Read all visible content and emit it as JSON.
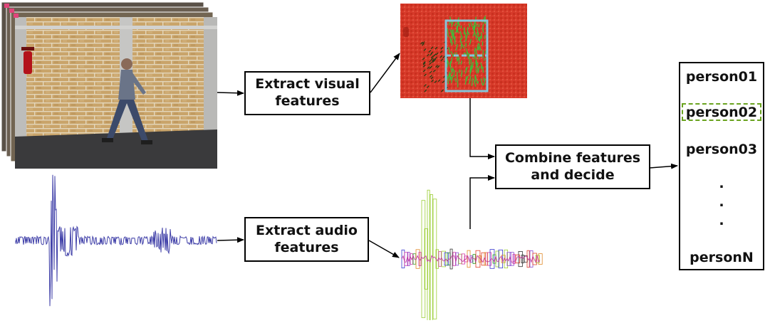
{
  "steps": {
    "visual": "Extract visual\nfeatures",
    "audio": "Extract audio\nfeatures",
    "combine": "Combine features\nand decide"
  },
  "identities": {
    "first": "person01",
    "selected": "person02",
    "third": "person03",
    "ellipsis": [
      ".",
      ".",
      "."
    ],
    "last": "personN"
  },
  "colors": {
    "brick": "#c9a46a",
    "pillar": "#c6c6c4",
    "floor": "#3a3a3c",
    "waveform": "#3f3fa8",
    "feature_map_bg": "#d73a2a",
    "feature_strokes": "#39c23a",
    "highlight_box": "#86c5d8",
    "selected_dash": "#6aa31f"
  }
}
